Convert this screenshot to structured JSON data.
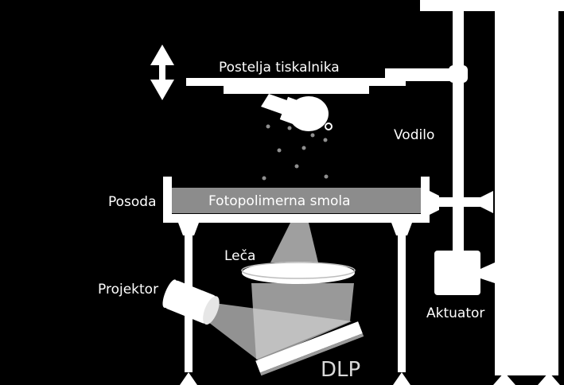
{
  "labels": {
    "bed": "Postelja tiskalnika",
    "guide": "Vodilo",
    "vat": "Posoda",
    "resin": "Fotopolimerna smola",
    "lens": "Leča",
    "projector": "Projektor",
    "actuator": "Aktuator",
    "dlp": "DLP"
  },
  "colors": {
    "background": "#000000",
    "structure": "#ffffff",
    "resin": "#8c8c8c",
    "light_beam": "#bfbfbf"
  }
}
